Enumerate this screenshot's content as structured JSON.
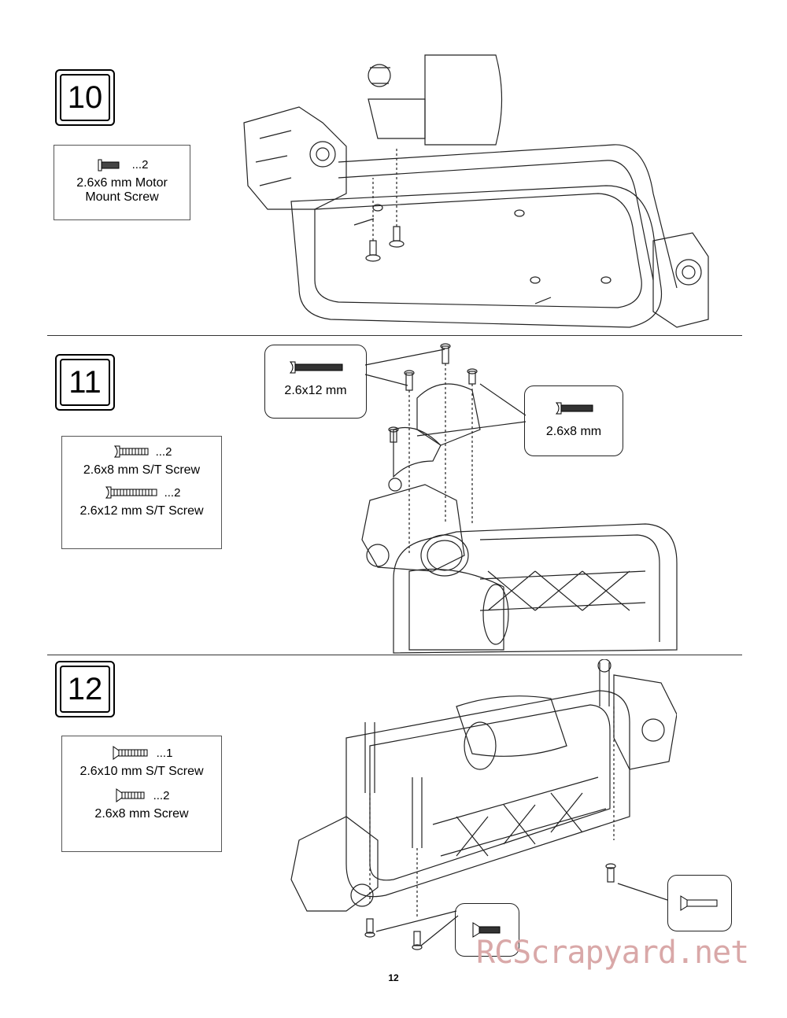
{
  "steps": [
    {
      "number": "10",
      "parts": [
        {
          "qty": "...2",
          "label_line1": "2.6x6 mm Motor",
          "label_line2": "Mount Screw",
          "icon": "short-screw-icon"
        }
      ]
    },
    {
      "number": "11",
      "parts": [
        {
          "qty": "...2",
          "label": "2.6x8 mm S/T Screw",
          "icon": "medium-screw-icon"
        },
        {
          "qty": "...2",
          "label": "2.6x12 mm S/T Screw",
          "icon": "long-screw-icon"
        }
      ],
      "callouts": {
        "left": "2.6x12 mm",
        "right": "2.6x8 mm"
      }
    },
    {
      "number": "12",
      "parts": [
        {
          "qty": "...1",
          "label": "2.6x10 mm S/T Screw",
          "icon": "countersunk-screw-icon"
        },
        {
          "qty": "...2",
          "label": "2.6x8 mm Screw",
          "icon": "flat-screw-icon"
        }
      ]
    }
  ],
  "page_number": "12",
  "watermark": "RCScrapyard.net"
}
